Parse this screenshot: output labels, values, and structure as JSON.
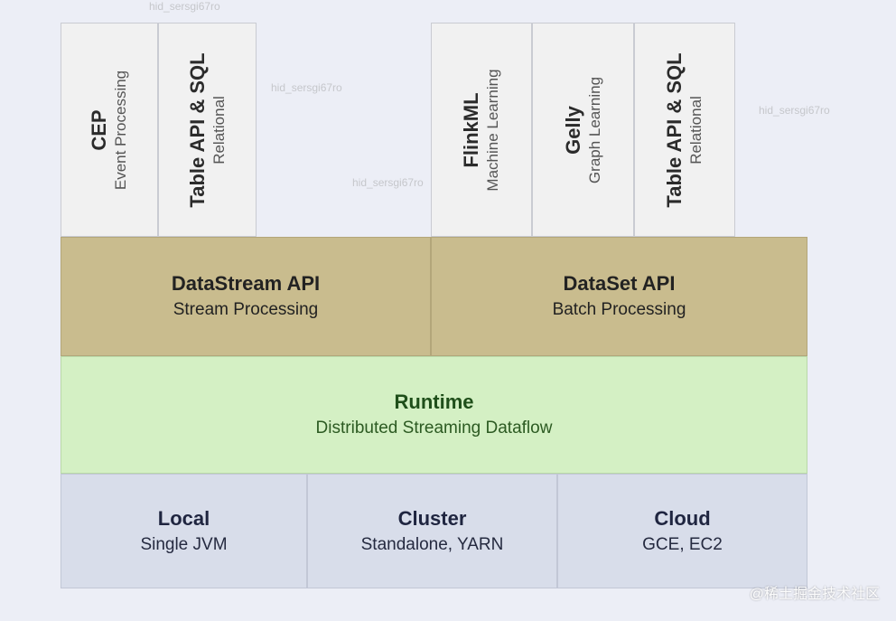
{
  "libraries_streaming": [
    {
      "title": "CEP",
      "subtitle": "Event Processing"
    },
    {
      "title": "Table API & SQL",
      "subtitle": "Relational"
    }
  ],
  "libraries_batch": [
    {
      "title": "FlinkML",
      "subtitle": "Machine Learning"
    },
    {
      "title": "Gelly",
      "subtitle": "Graph Learning"
    },
    {
      "title": "Table API & SQL",
      "subtitle": "Relational"
    }
  ],
  "apis": [
    {
      "title": "DataStream API",
      "subtitle": "Stream Processing"
    },
    {
      "title": "DataSet API",
      "subtitle": "Batch Processing"
    }
  ],
  "runtime": {
    "title": "Runtime",
    "subtitle": "Distributed Streaming Dataflow"
  },
  "deploy": [
    {
      "title": "Local",
      "subtitle": "Single JVM"
    },
    {
      "title": "Cluster",
      "subtitle": "Standalone, YARN"
    },
    {
      "title": "Cloud",
      "subtitle": "GCE, EC2"
    }
  ],
  "watermark": "hid_sersgi67ro",
  "credit": "@稀土掘金技术社区",
  "colors": {
    "library_bg": "#f1f1f1",
    "api_bg": "#c9bc8e",
    "runtime_bg": "#d4f0c4",
    "deploy_bg": "#d8ddea",
    "page_bg": "#eceef6"
  }
}
